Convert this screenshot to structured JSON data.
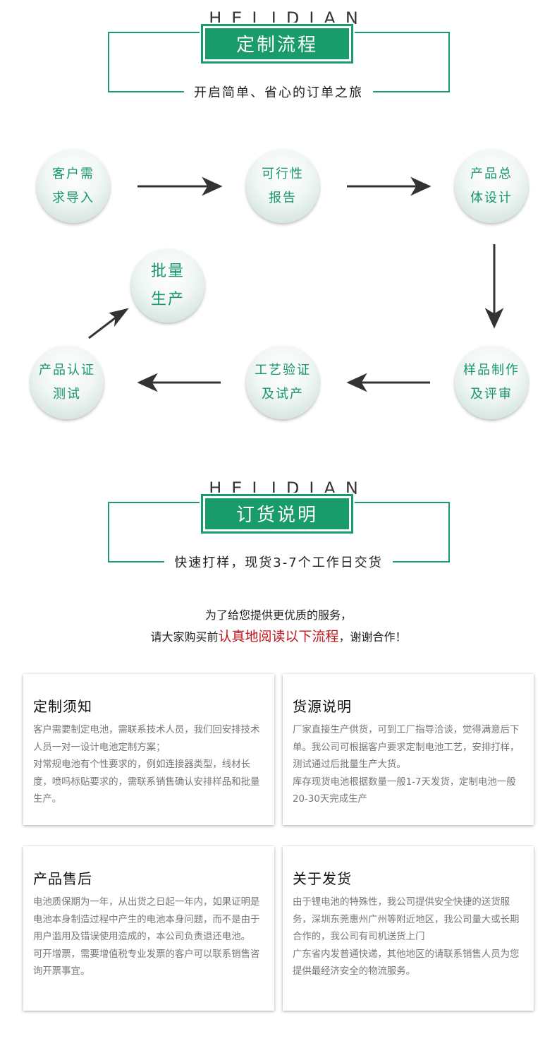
{
  "section1": {
    "brand": "HELIDIAN",
    "title": "定制流程",
    "subtitle": "开启简单、省心的订单之旅"
  },
  "flow": {
    "steps": [
      {
        "line1": "客户需",
        "line2": "求导入"
      },
      {
        "line1": "可行性",
        "line2": "报告"
      },
      {
        "line1": "产品总",
        "line2": "体设计"
      },
      {
        "line1": "样品制作",
        "line2": "及评审"
      },
      {
        "line1": "工艺验证",
        "line2": "及试产"
      },
      {
        "line1": "产品认证",
        "line2": "测试"
      },
      {
        "line1": "批量",
        "line2": "生产"
      }
    ]
  },
  "section2": {
    "brand": "HELIDIAN",
    "title": "订货说明",
    "subtitle": "快速打样，现货3-7个工作日交货"
  },
  "notice": {
    "line1": "为了给您提供更优质的服务，",
    "line2_prefix": "请大家购买前",
    "line2_highlight": "认真地阅读以下流程",
    "line2_suffix": "，谢谢合作！"
  },
  "cards": [
    {
      "title": "定制须知",
      "paragraphs": [
        "客户需要制定电池，需联系技术人员，我们回安排技术人员一对一设计电池定制方案；",
        "对常规电池有个性要求的，例如连接器类型，线材长度，喷吗标贴要求的，需联系销售确认安排样品和批量生产。"
      ]
    },
    {
      "title": "货源说明",
      "paragraphs": [
        "厂家直接生产供货，可到工厂指导洽谈，觉得满意后下单。我公司可根据客户要求定制电池工艺，安排打样，测试通过后批量生产大货。",
        "库存现货电池根据数量一般1-7天发货，定制电池一般20-30天完成生产"
      ]
    },
    {
      "title": "产品售后",
      "paragraphs": [
        "电池质保期为一年，从出货之日起一年内，如果证明是电池本身制造过程中产生的电池本身问题，而不是由于用户滥用及错误使用造成的，本公司负责退还电池。",
        "可开增票，需要增值税专业发票的客户可以联系销售咨询开票事宜。"
      ]
    },
    {
      "title": "关于发货",
      "paragraphs": [
        "由于锂电池的特殊性，我公司提供安全快捷的送货服务，深圳东莞惠州广州等附近地区，我公司量大或长期合作的，我公司有司机送货上门",
        "广东省内发普通快递，其他地区的请联系销售人员为您提供最经济安全的物流服务。"
      ]
    }
  ],
  "colors": {
    "accent": "#1a9b6c",
    "highlight": "#c0141c",
    "circle_text": "#17966b"
  }
}
